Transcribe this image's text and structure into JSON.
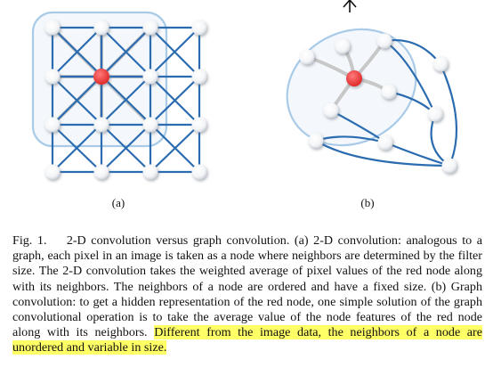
{
  "figure": {
    "subcaption_a": "(a)",
    "subcaption_b": "(b)",
    "colors": {
      "edge_blue": "#2b6cb0",
      "node_fill": "#ffffff",
      "node_shadow": "#9aa3ad",
      "center_node": "#ee4444",
      "highlight_box": "#a9cbe8",
      "spoke_gray": "#c4c4c4"
    }
  },
  "caption": {
    "label": "Fig. 1.",
    "text_plain": "2-D convolution versus graph convolution. (a) 2-D convolution: analogous to a graph, each pixel in an image is taken as a node where neighbors are determined by the filter size. The 2-D convolution takes the weighted average of pixel values of the red node along with its neighbors. The neighbors of a node are ordered and have a fixed size. (b) Graph convolution: to get a hidden representation of the red node, one simple solution of the graph convolutional operation is to take the average value of the node features of the red node along with its neighbors.",
    "text_highlighted": "Different from the image data, the neighbors of a node are unordered and variable in size."
  }
}
